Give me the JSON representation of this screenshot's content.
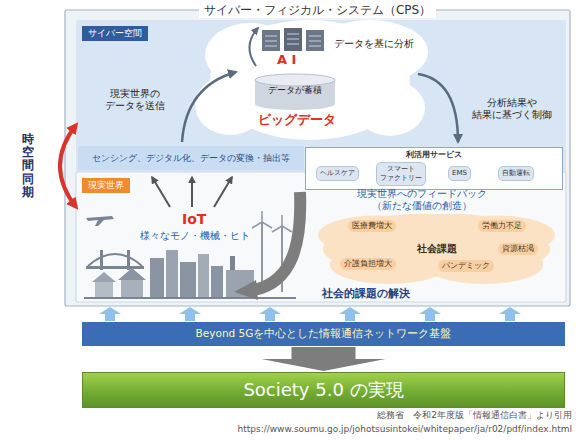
{
  "diagram": {
    "caption": "総務省　令和2年度版「情報通信白書」より引用",
    "nodes": [
      {
        "text": [
          "サイバー・フィジカル・システム（CPS）"
        ]
      },
      {
        "text": [
          "サイバー空間"
        ],
        "in": 0
      },
      {
        "text": [
          "センシング、デジタル化、データの変換・抽出等"
        ],
        "in": 1
      },
      {
        "text": [
          "利活用サービス"
        ],
        "in": 0
      },
      {
        "text": [
          "ヘルスケア"
        ],
        "in": 3
      },
      {
        "text": [
          "スマート ファクトリー"
        ],
        "in": 3
      },
      {
        "text": [
          "EMS"
        ],
        "in": 3
      },
      {
        "text": [
          "自動運転"
        ],
        "in": 3
      },
      {
        "text": [
          "現実世界"
        ],
        "in": 0
      },
      {
        "text": [
          "社会課題"
        ],
        "in": 8
      },
      {
        "text": [
          "医療費増大"
        ],
        "in": 9
      },
      {
        "text": [
          "労働力不足"
        ],
        "in": 9
      },
      {
        "text": [
          "介護負担増大"
        ],
        "in": 9
      },
      {
        "text": [
          "資源枯渇"
        ],
        "in": 9
      },
      {
        "text": [
          "パンデミック"
        ],
        "in": 9
      },
      {
        "text": [
          "Beyond 5Gを中心とした情報通信ネットワーク基盤"
        ]
      },
      {
        "text": [
          "Society 5.0 の実現"
        ]
      }
    ],
    "edges": [
      {
        "from": 1,
        "to": 8,
        "arrow": "both",
        "label": "時空間同期"
      },
      {
        "from": 15,
        "to": 0,
        "arrow": "to"
      },
      {
        "from": 15,
        "to": 16,
        "arrow": "to"
      }
    ],
    "labels": [
      "データを基に分析",
      "A I",
      "データが蓄積",
      "ビッグデータ",
      "現実世界の データを送信",
      "分析結果や 結果に基づく制御",
      "IoT",
      "様々なモノ・機械・ヒト",
      "現実世界へのフィードバック （新たな価値の創造）",
      "社会的課題の解決",
      "https://www.soumu.go.jp/johotsusintokei/whitepaper/ja/r02/pdf/index.html"
    ]
  }
}
